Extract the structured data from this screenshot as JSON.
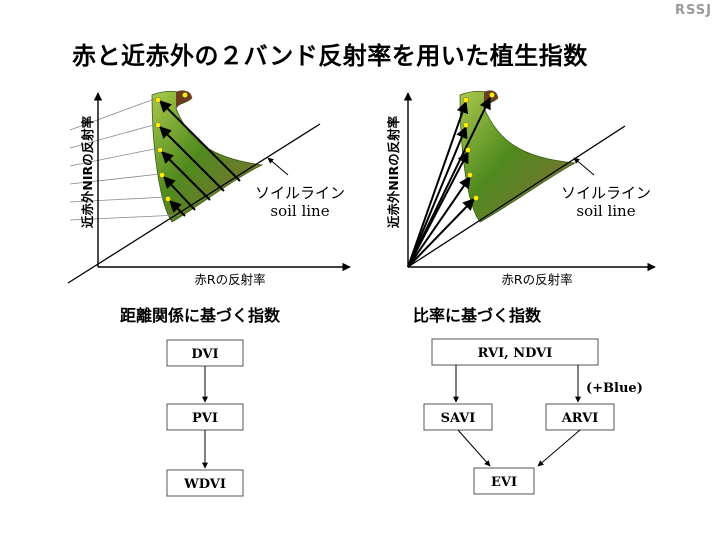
{
  "brand": "RSSJ",
  "title": "赤と近赤外の２バンド反射率を用いた植生指数",
  "left_plot": {
    "ylabel": "近赤外NIRの反射率",
    "xlabel": "赤Rの反射率",
    "soil_line_jp": "ソイルライン",
    "soil_line_en": "soil line"
  },
  "right_plot": {
    "ylabel": "近赤外NIRの反射率",
    "xlabel": "赤Rの反射率",
    "soil_line_jp": "ソイルライン",
    "soil_line_en": "soil line"
  },
  "left_section": {
    "heading": "距離関係に基づく指数",
    "boxes": [
      "DVI",
      "PVI",
      "WDVI"
    ]
  },
  "right_section": {
    "heading": "比率に基づく指数",
    "top_box": "RVI, NDVI",
    "left_box": "SAVI",
    "right_box": "ARVI",
    "bottom_box": "EVI",
    "blue_note": "(+Blue)"
  },
  "colors": {
    "leaf_light": "#aac84c",
    "leaf_dark": "#2e5a12",
    "leaf_tip": "#7a4f2a",
    "dot": "#ffee00"
  }
}
